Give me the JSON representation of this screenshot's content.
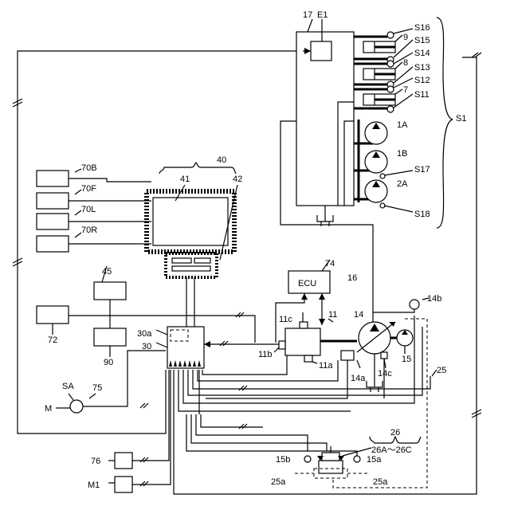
{
  "labels": {
    "n17": "17",
    "e1": "E1",
    "s16": "S16",
    "s15": "S15",
    "s14": "S14",
    "s13": "S13",
    "s12": "S12",
    "s11": "S11",
    "n9": "9",
    "n8": "8",
    "n7": "7",
    "p1a": "1A",
    "p1b": "1B",
    "p2a": "2A",
    "s17": "S17",
    "s18": "S18",
    "s1": "S1",
    "n40": "40",
    "n41": "41",
    "n42": "42",
    "n70b": "70B",
    "n70f": "70F",
    "n70l": "70L",
    "n70r": "70R",
    "n74": "74",
    "ecu": "ECU",
    "n16": "16",
    "n11": "11",
    "n11c": "11c",
    "n11b": "11b",
    "n11a": "11a",
    "n14": "14",
    "n14b": "14b",
    "n14a": "14a",
    "n14c": "14c",
    "n15": "15",
    "n25": "25",
    "n45": "45",
    "n72": "72",
    "n90": "90",
    "n30a": "30a",
    "n30": "30",
    "sa": "SA",
    "n75": "75",
    "m": "M",
    "n76": "76",
    "m1": "M1",
    "n26": "26",
    "n26a": "26A～26C",
    "n15b": "15b",
    "n15a": "15a",
    "n25a_l": "25a",
    "n25a_r": "25a"
  }
}
